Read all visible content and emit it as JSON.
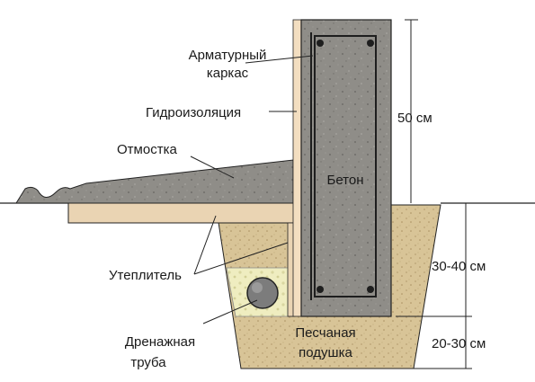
{
  "labels": {
    "rebar_line1": "Арматурный",
    "rebar_line2": "каркас",
    "waterproofing": "Гидроизоляция",
    "blind_area": "Отмостка",
    "concrete": "Бетон",
    "insulation": "Утеплитель",
    "drain_line1": "Дренажная",
    "drain_line2": "труба",
    "sand_line1": "Песчаная",
    "sand_line2": "подушка"
  },
  "dimensions": {
    "above_ground": "50 см",
    "depth_mid": "30-40 см",
    "depth_bottom": "20-30 см"
  },
  "colors": {
    "concrete": "#8f8d88",
    "concrete_dark": "#6f6d69",
    "insulation": "#ead4b3",
    "sand": "#d8c497",
    "sand_dark": "#b9a274",
    "gravel_light": "#efedc0",
    "waterproofing": "#f3dec0",
    "rebar": "#1e1e1e",
    "pipe": "#7c7c7c",
    "line": "#222222"
  }
}
